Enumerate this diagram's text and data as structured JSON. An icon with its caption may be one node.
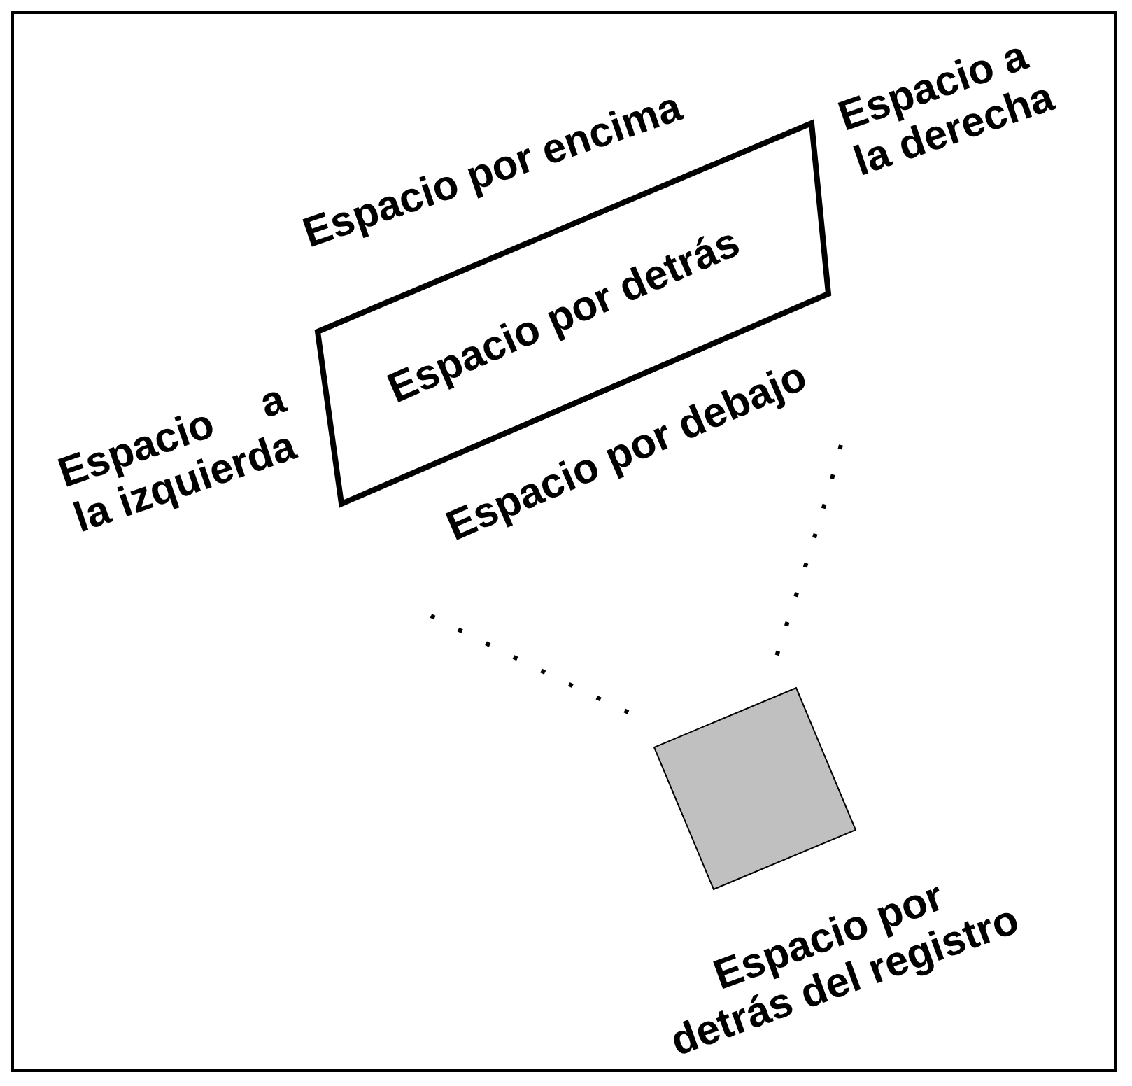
{
  "diagram": {
    "nodes": [
      {
        "text": [
          "Espacio por detrás"
        ]
      },
      {
        "text": [],
        "shape": "box",
        "beside": [
          "Espacio por detrás del registro"
        ]
      }
    ],
    "labels": [
      "Espacio por encima",
      "Espacio a la derecha",
      "Espacio a la izquierda",
      "Espacio por debajo"
    ]
  }
}
